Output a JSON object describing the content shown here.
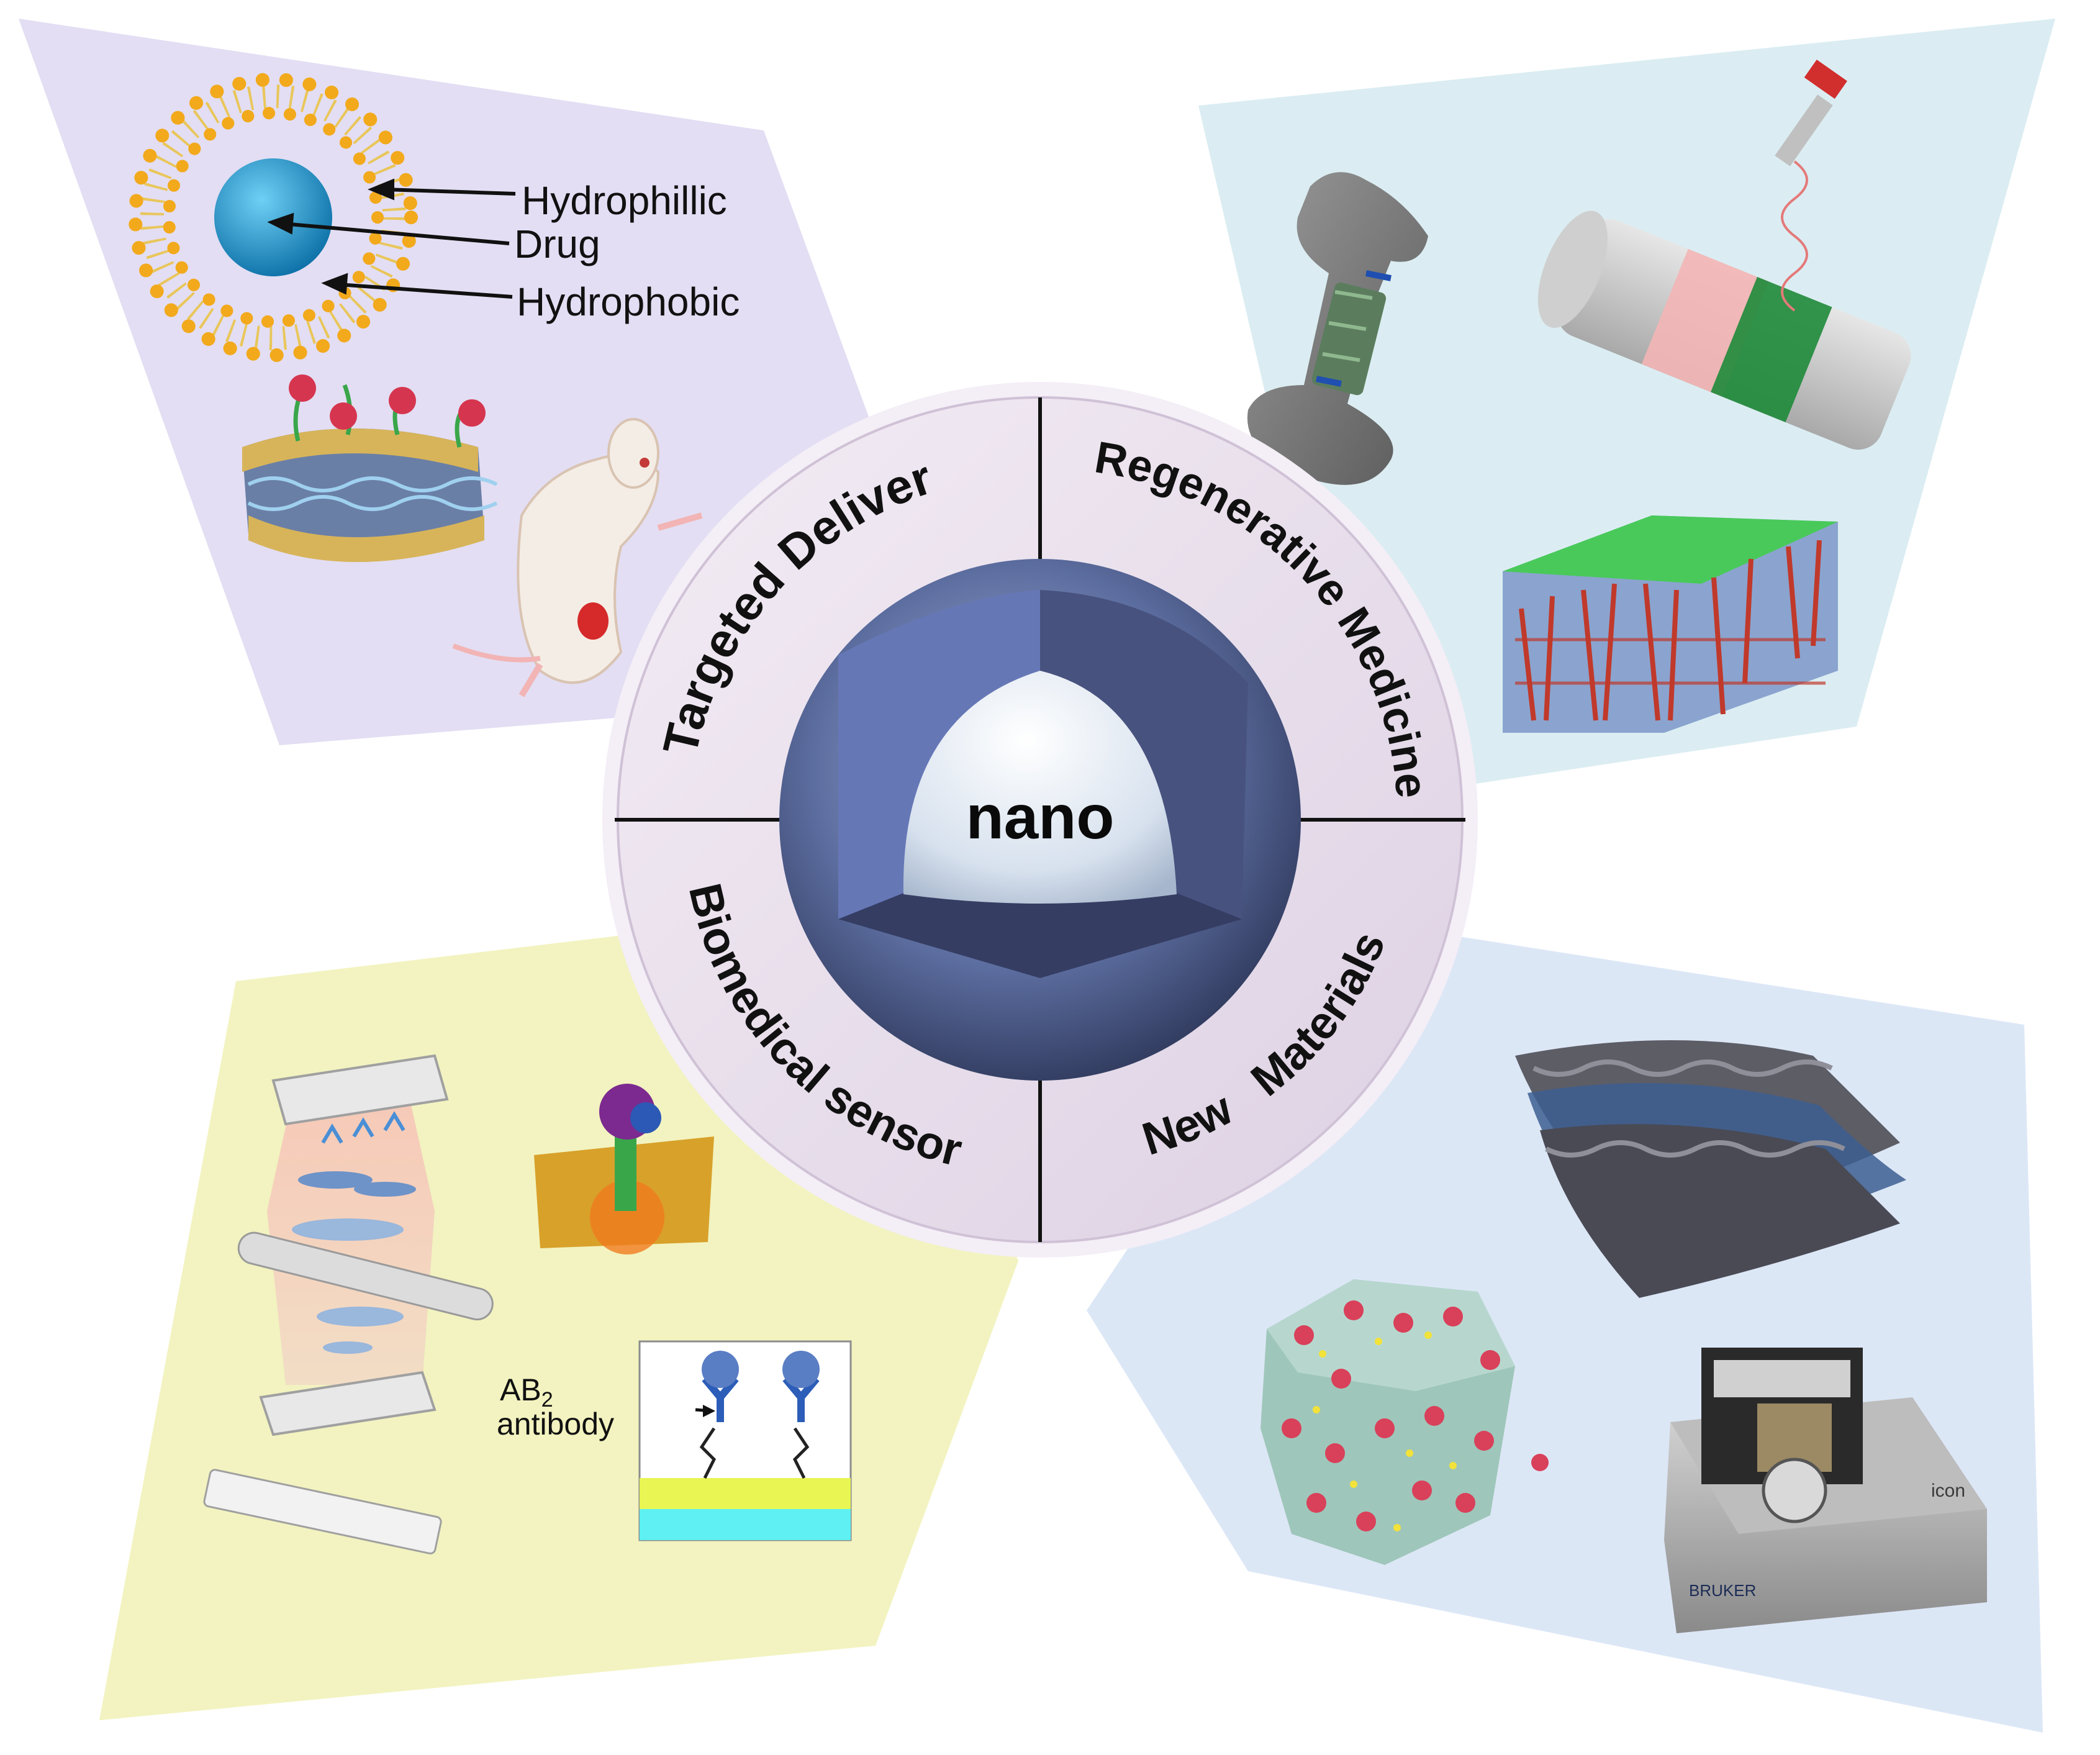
{
  "center": {
    "label": "nano"
  },
  "segments": {
    "targeted_delivery": "Targeted Delivery",
    "regenerative_medicine": "Regenerative Medicine",
    "biomedical_sensor": "Biomedical sensor",
    "new_materials": "New   Materials"
  },
  "liposome": {
    "hydrophilic": "Hydrophillic",
    "drug": "Drug",
    "hydrophobic": "Hydrophobic"
  },
  "sensor": {
    "ab2_main": "AB",
    "ab2_sub": "2",
    "antibody": "antibody"
  },
  "instrument": {
    "brand": "BRUKER",
    "model": "icon"
  },
  "colors": {
    "panel_top_left": "#e3def3",
    "panel_top_right": "#dbedf2",
    "panel_bottom_left": "#f2f3c0",
    "panel_bottom_right": "#dce7f6",
    "ring": "#e9dfee",
    "sphere_outer": "#46567f",
    "sphere_core": "#dce5ef"
  }
}
